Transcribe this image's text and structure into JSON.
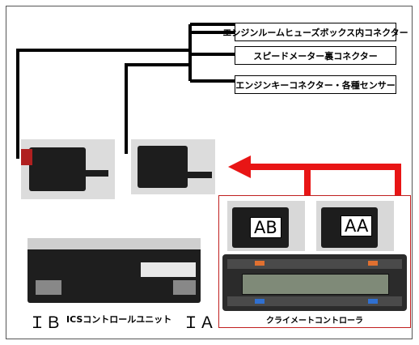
{
  "targets": [
    "エンジンルームヒューズボックス内コネクター",
    "スピードメーター裏コネクター",
    "エンジンキーコネクター・各種センサー"
  ],
  "ics_unit": {
    "caption": "ICSコントロールユニット",
    "left_label": "ＩＢ",
    "right_label": "ＩＡ"
  },
  "climate": {
    "caption": "クライメートコントローラ",
    "connector_ab": "AB",
    "connector_aa": "AA"
  },
  "colors": {
    "arrow": "#e81515",
    "wire": "#000000",
    "panel_border": "#c02020"
  }
}
